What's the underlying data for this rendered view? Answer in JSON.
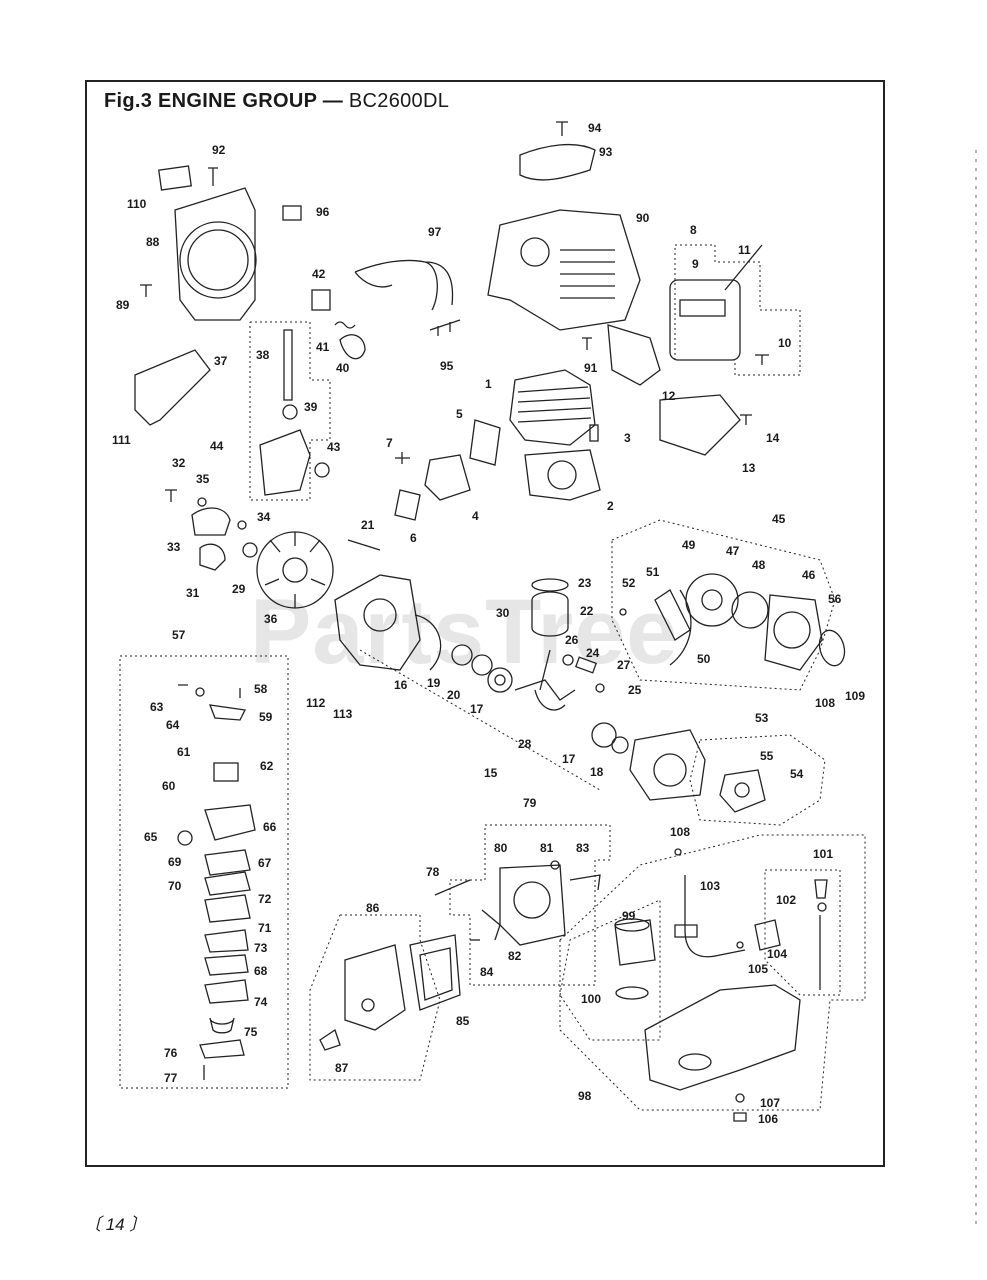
{
  "figure": {
    "fig_label": "Fig.3",
    "group_title": "ENGINE GROUP",
    "dash": "—",
    "model": "BC2600DL"
  },
  "watermark": "PartsTree",
  "page_number": "〔 14 〕",
  "callouts": [
    {
      "id": "94",
      "label": "94"
    },
    {
      "id": "93",
      "label": "93"
    },
    {
      "id": "92",
      "label": "92"
    },
    {
      "id": "110",
      "label": "110"
    },
    {
      "id": "96",
      "label": "96"
    },
    {
      "id": "90",
      "label": "90"
    },
    {
      "id": "8",
      "label": "8"
    },
    {
      "id": "11",
      "label": "11"
    },
    {
      "id": "9",
      "label": "9"
    },
    {
      "id": "88",
      "label": "88"
    },
    {
      "id": "97",
      "label": "97"
    },
    {
      "id": "89",
      "label": "89"
    },
    {
      "id": "42",
      "label": "42"
    },
    {
      "id": "10",
      "label": "10"
    },
    {
      "id": "37",
      "label": "37"
    },
    {
      "id": "38",
      "label": "38"
    },
    {
      "id": "41",
      "label": "41"
    },
    {
      "id": "40",
      "label": "40"
    },
    {
      "id": "95",
      "label": "95"
    },
    {
      "id": "91",
      "label": "91"
    },
    {
      "id": "111",
      "label": "111"
    },
    {
      "id": "1",
      "label": "1"
    },
    {
      "id": "12",
      "label": "12"
    },
    {
      "id": "39",
      "label": "39"
    },
    {
      "id": "5",
      "label": "5"
    },
    {
      "id": "3",
      "label": "3"
    },
    {
      "id": "14",
      "label": "14"
    },
    {
      "id": "44",
      "label": "44"
    },
    {
      "id": "7",
      "label": "7"
    },
    {
      "id": "43",
      "label": "43"
    },
    {
      "id": "13",
      "label": "13"
    },
    {
      "id": "32",
      "label": "32"
    },
    {
      "id": "35",
      "label": "35"
    },
    {
      "id": "4",
      "label": "4"
    },
    {
      "id": "2",
      "label": "2"
    },
    {
      "id": "34",
      "label": "34"
    },
    {
      "id": "21",
      "label": "21"
    },
    {
      "id": "45",
      "label": "45"
    },
    {
      "id": "6",
      "label": "6"
    },
    {
      "id": "33",
      "label": "33"
    },
    {
      "id": "49",
      "label": "49"
    },
    {
      "id": "47",
      "label": "47"
    },
    {
      "id": "31",
      "label": "31"
    },
    {
      "id": "29",
      "label": "29"
    },
    {
      "id": "23",
      "label": "23"
    },
    {
      "id": "48",
      "label": "48"
    },
    {
      "id": "46",
      "label": "46"
    },
    {
      "id": "52",
      "label": "52"
    },
    {
      "id": "51",
      "label": "51"
    },
    {
      "id": "36",
      "label": "36"
    },
    {
      "id": "22",
      "label": "22"
    },
    {
      "id": "30",
      "label": "30"
    },
    {
      "id": "56",
      "label": "56"
    },
    {
      "id": "57",
      "label": "57"
    },
    {
      "id": "26",
      "label": "26"
    },
    {
      "id": "24",
      "label": "24"
    },
    {
      "id": "50",
      "label": "50"
    },
    {
      "id": "27",
      "label": "27"
    },
    {
      "id": "58",
      "label": "58"
    },
    {
      "id": "16",
      "label": "16"
    },
    {
      "id": "19",
      "label": "19"
    },
    {
      "id": "63",
      "label": "63"
    },
    {
      "id": "112",
      "label": "112"
    },
    {
      "id": "20",
      "label": "20"
    },
    {
      "id": "25",
      "label": "25"
    },
    {
      "id": "109",
      "label": "109"
    },
    {
      "id": "108a",
      "label": "108"
    },
    {
      "id": "59",
      "label": "59"
    },
    {
      "id": "64",
      "label": "64"
    },
    {
      "id": "113",
      "label": "113"
    },
    {
      "id": "17a",
      "label": "17"
    },
    {
      "id": "28",
      "label": "28"
    },
    {
      "id": "53",
      "label": "53"
    },
    {
      "id": "61",
      "label": "61"
    },
    {
      "id": "55",
      "label": "55"
    },
    {
      "id": "17b",
      "label": "17"
    },
    {
      "id": "18",
      "label": "18"
    },
    {
      "id": "54",
      "label": "54"
    },
    {
      "id": "62",
      "label": "62"
    },
    {
      "id": "15",
      "label": "15"
    },
    {
      "id": "60",
      "label": "60"
    },
    {
      "id": "79",
      "label": "79"
    },
    {
      "id": "66",
      "label": "66"
    },
    {
      "id": "65",
      "label": "65"
    },
    {
      "id": "108b",
      "label": "108"
    },
    {
      "id": "80",
      "label": "80"
    },
    {
      "id": "81",
      "label": "81"
    },
    {
      "id": "83",
      "label": "83"
    },
    {
      "id": "101",
      "label": "101"
    },
    {
      "id": "69",
      "label": "69"
    },
    {
      "id": "67",
      "label": "67"
    },
    {
      "id": "78",
      "label": "78"
    },
    {
      "id": "103",
      "label": "103"
    },
    {
      "id": "70",
      "label": "70"
    },
    {
      "id": "72",
      "label": "72"
    },
    {
      "id": "86",
      "label": "86"
    },
    {
      "id": "99",
      "label": "99"
    },
    {
      "id": "102",
      "label": "102"
    },
    {
      "id": "71",
      "label": "71"
    },
    {
      "id": "73",
      "label": "73"
    },
    {
      "id": "82",
      "label": "82"
    },
    {
      "id": "104",
      "label": "104"
    },
    {
      "id": "84",
      "label": "84"
    },
    {
      "id": "105",
      "label": "105"
    },
    {
      "id": "68",
      "label": "68"
    },
    {
      "id": "100",
      "label": "100"
    },
    {
      "id": "74",
      "label": "74"
    },
    {
      "id": "85",
      "label": "85"
    },
    {
      "id": "75",
      "label": "75"
    },
    {
      "id": "87",
      "label": "87"
    },
    {
      "id": "76",
      "label": "76"
    },
    {
      "id": "77",
      "label": "77"
    },
    {
      "id": "98",
      "label": "98"
    },
    {
      "id": "107",
      "label": "107"
    },
    {
      "id": "106",
      "label": "106"
    }
  ]
}
